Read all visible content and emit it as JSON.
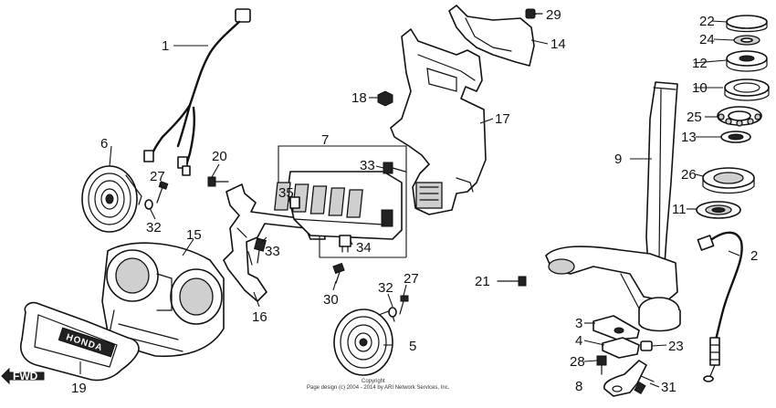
{
  "callouts": [
    "1",
    "2",
    "3",
    "4",
    "5",
    "6",
    "7",
    "8",
    "9",
    "10",
    "11",
    "12",
    "13",
    "14",
    "15",
    "16",
    "17",
    "18",
    "19",
    "20",
    "21",
    "22",
    "23",
    "24",
    "25",
    "26",
    "27",
    "28",
    "29",
    "30",
    "31",
    "32",
    "33",
    "34",
    "35"
  ],
  "direction_label": "FWD",
  "brand_mark": "HONDA",
  "copyright_line1": "Copyright",
  "copyright_line2": "Page design (c) 2004 - 2014 by ARI Network Services, Inc."
}
